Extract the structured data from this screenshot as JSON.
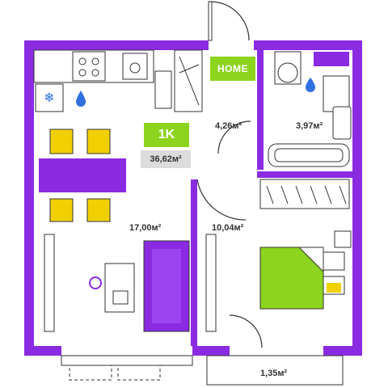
{
  "plan": {
    "type_badge": "1K",
    "total_area": "36,62м²",
    "home_label": "HOME"
  },
  "rooms": [
    {
      "id": "kitchen-living",
      "area": "17,00м²"
    },
    {
      "id": "hallway",
      "area": "4,26м²"
    },
    {
      "id": "bathroom",
      "area": "3,97м²"
    },
    {
      "id": "bedroom",
      "area": "10,04м²"
    },
    {
      "id": "balcony",
      "area": "1,35м²"
    }
  ],
  "colors": {
    "wall": "#8a2be2",
    "accent_green": "#8cd41e",
    "furniture_purple": "#8a2be2",
    "chair_yellow": "#f0d000",
    "floor": "#ffffff",
    "badge_gray": "#dcdcdc"
  },
  "icons": [
    "snowflake-icon",
    "water-drop-icon",
    "stove-icon",
    "sink-icon",
    "toilet-icon",
    "bathtub-icon",
    "plant-icon"
  ]
}
